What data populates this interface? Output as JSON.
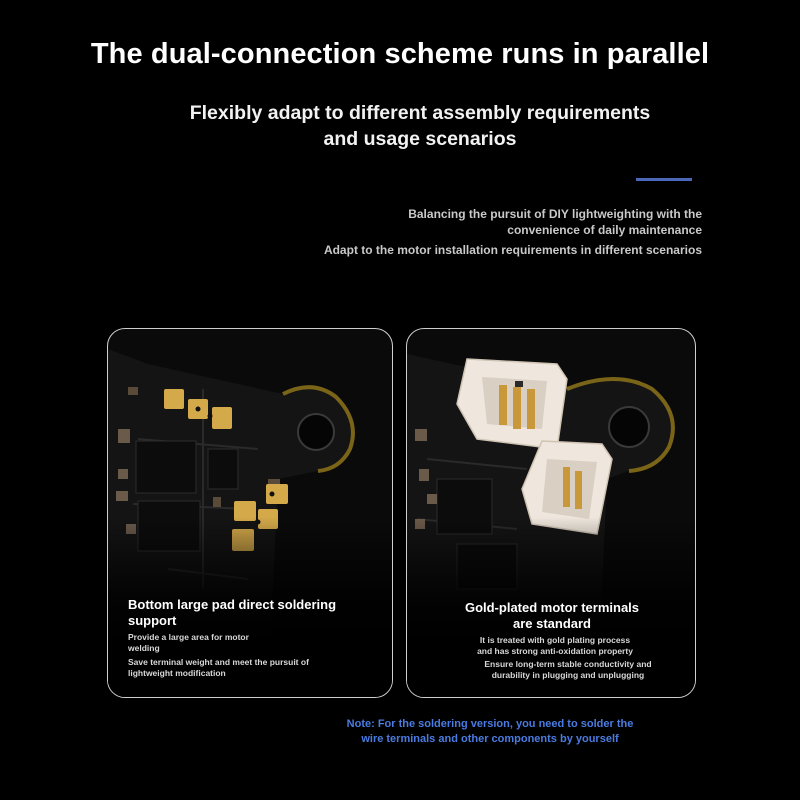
{
  "header": {
    "headline": "The dual-connection scheme runs in parallel",
    "subhead_line1": "Flexibly adapt to different assembly requirements",
    "subhead_line2": "and usage scenarios"
  },
  "descriptions": {
    "line1a": "Balancing the pursuit of DIY lightweighting with the",
    "line1b": "convenience of daily maintenance",
    "line2": "Adapt to the motor installation requirements in different scenarios"
  },
  "cards": {
    "left": {
      "title_line1": "Bottom large pad direct soldering",
      "title_line2": "support",
      "text1_line1": "Provide a large area for motor",
      "text1_line2": "welding",
      "text2_line1": "Save terminal weight and meet the pursuit of",
      "text2_line2": "lightweight modification"
    },
    "right": {
      "title_line1": "Gold-plated motor terminals",
      "title_line2": "are standard",
      "text1_line1": "It is treated with gold plating process",
      "text1_line2": "and has strong anti-oxidation property",
      "text2_line1": "Ensure long-term stable conductivity and",
      "text2_line2": "durability in plugging and unplugging"
    }
  },
  "note": {
    "line1": "Note: For the soldering version, you need to solder the",
    "line2": "wire terminals and other components by yourself"
  },
  "colors": {
    "background": "#000000",
    "accent_line": "#4a67b8",
    "note_text": "#4a7be0",
    "card_border": "#cfcfcf",
    "gold_pad": "#d4a94a",
    "terminal_housing": "#efe7dd"
  }
}
